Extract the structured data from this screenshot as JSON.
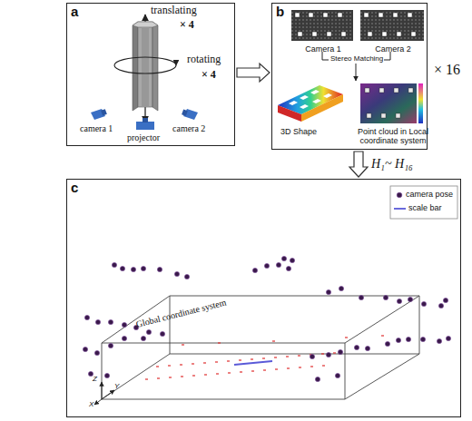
{
  "diagram": {
    "nodes": [
      {
        "text": [
          "a"
        ]
      },
      {
        "text": [
          "b"
        ]
      },
      {
        "text": [
          "Camera 1"
        ],
        "in": 1
      },
      {
        "text": [
          "Camera 2"
        ],
        "in": 1
      },
      {
        "text": [
          "3D Shape"
        ],
        "in": 1
      },
      {
        "text": [
          "Point cloud in Local coordinate system"
        ],
        "in": 1
      },
      {
        "text": [
          "c"
        ]
      }
    ],
    "edges": [
      {
        "from": 0,
        "to": 1,
        "arrow": "to"
      },
      {
        "from": 1,
        "to": 6,
        "arrow": "to",
        "label": "H₁~ H₁₆"
      }
    ],
    "labels": [
      "translating",
      "× 4",
      "rotating",
      "× 4",
      "camera 1",
      "projector",
      "camera 2",
      "Stereo Matching",
      "× 16",
      "Global coordinate system",
      "Z",
      "Y",
      "X"
    ],
    "legend": [
      {
        "text": "camera pose"
      },
      {
        "text": "scale bar"
      }
    ]
  }
}
